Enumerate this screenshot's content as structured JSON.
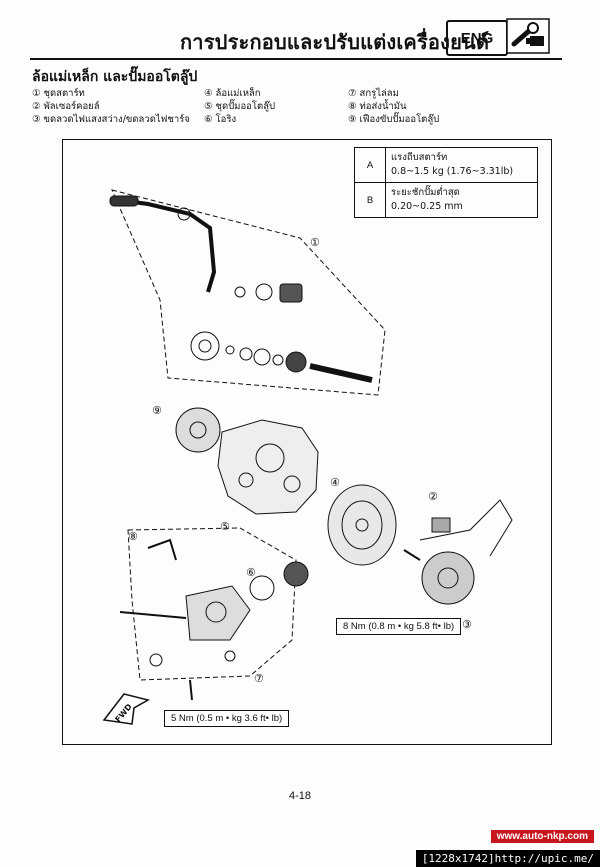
{
  "header": {
    "title": "การประกอบและปรับแต่งเครื่องยนต์",
    "badge": "ENG",
    "badge_icon": "engine-wrench-icon"
  },
  "section": {
    "title": "ล้อแม่เหล็ก และปั๊มออโตลู๊ป"
  },
  "parts": {
    "col1": [
      "① ชุดสตาร์ท",
      "② พัลเซอร์คอยล์",
      "③ ขดลวดไฟแสงสว่าง/ขดลวดไฟชาร์จ"
    ],
    "col2": [
      "④ ล้อแม่เหล็ก",
      "⑤ ชุดปั๊มออโตลู๊ป",
      "⑥ โอริง"
    ],
    "col3": [
      "⑦ สกรูไล่ลม",
      "⑧ ท่อส่งน้ำมัน",
      "⑨ เฟืองขับปั๊มออโตลู๊ป"
    ]
  },
  "spec_table": [
    {
      "key": "A",
      "label": "แรงถีบสตาร์ท",
      "value": "0.8~1.5 kg (1.76~3.31lb)"
    },
    {
      "key": "B",
      "label": "ระยะชักปั๊มต่ำสุด",
      "value": "0.20~0.25 mm"
    }
  ],
  "torques": {
    "stator": "8 Nm (0.8 m • kg 5.8 ft• lb)",
    "pump": "5 Nm (0.5 m • kg 3.6 ft• lb)"
  },
  "callouts": [
    "①",
    "②",
    "③",
    "④",
    "⑤",
    "⑥",
    "⑦",
    "⑧",
    "⑨"
  ],
  "fwd_label": "FWD",
  "page_number": "4-18",
  "watermark_site": "www.auto-nkp.com",
  "watermark_info": "[1228x1742]http://upic.me/"
}
